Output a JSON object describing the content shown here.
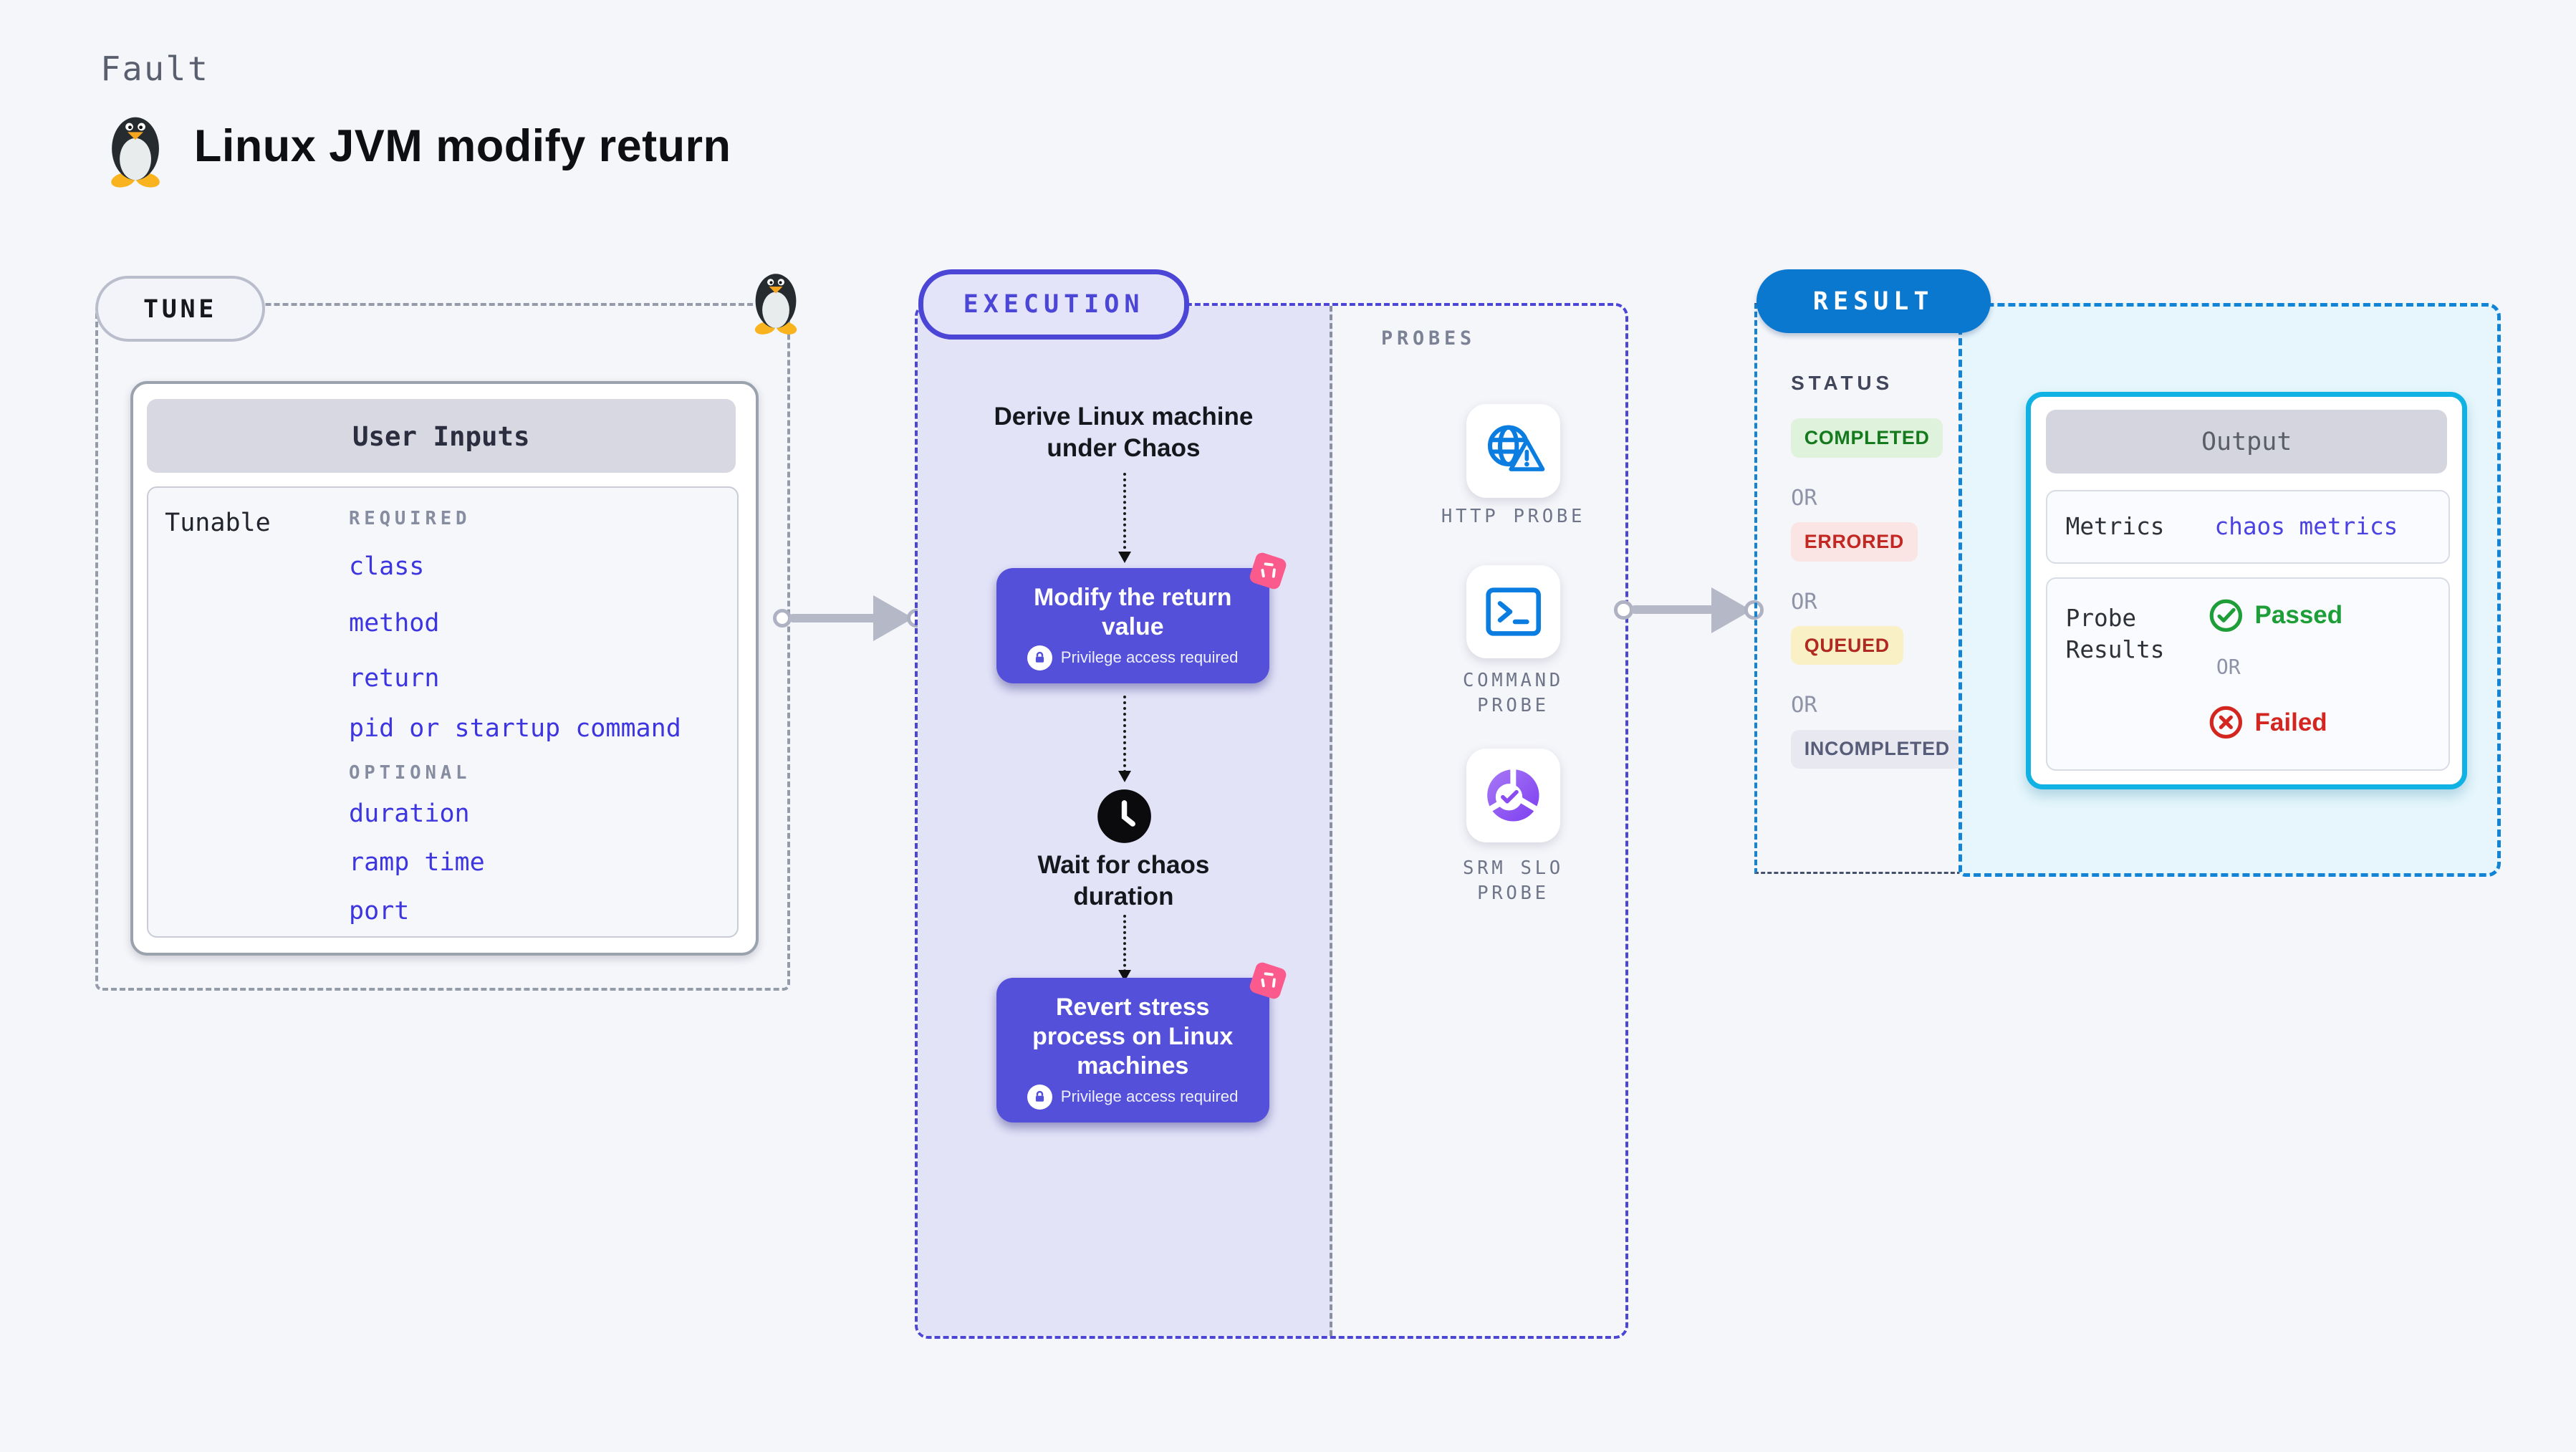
{
  "page": {
    "fault_label": "Fault",
    "title": "Linux JVM modify return"
  },
  "tune": {
    "badge": "TUNE",
    "card_title": "User Inputs",
    "row_label": "Tunable",
    "required_label": "REQUIRED",
    "required_items": [
      "class",
      "method",
      "return",
      "pid or startup command"
    ],
    "optional_label": "OPTIONAL",
    "optional_items": [
      "duration",
      "ramp time",
      "port"
    ]
  },
  "execution": {
    "badge": "EXECUTION",
    "derive_step": "Derive Linux machine under Chaos",
    "modify_step": "Modify the return value",
    "wait_step": "Wait for chaos duration",
    "revert_step": "Revert stress process on Linux machines",
    "privilege_note": "Privilege access required"
  },
  "probes": {
    "label": "PROBES",
    "items": [
      {
        "label": "HTTP PROBE",
        "icon": "globe-alert-icon"
      },
      {
        "label": "COMMAND PROBE",
        "icon": "terminal-icon"
      },
      {
        "label": "SRM SLO PROBE",
        "icon": "slo-pie-icon"
      }
    ]
  },
  "result": {
    "badge": "RESULT",
    "status_label": "STATUS",
    "or_label": "OR",
    "statuses": [
      "COMPLETED",
      "ERRORED",
      "QUEUED",
      "INCOMPLETED"
    ],
    "output": {
      "title": "Output",
      "metrics_label": "Metrics",
      "metrics_link": "chaos metrics",
      "probe_results_label": "Probe Results",
      "passed_label": "Passed",
      "or_label": "OR",
      "failed_label": "Failed"
    }
  },
  "colors": {
    "accent_indigo": "#4c46d6",
    "node_indigo": "#5450d9",
    "result_blue": "#0b78d0",
    "cyan_border": "#10b2e3",
    "pink_badge": "#fb5a8d",
    "probe_blue": "#0b7de0",
    "passed_green": "#1d9e38",
    "failed_red": "#d32620"
  }
}
